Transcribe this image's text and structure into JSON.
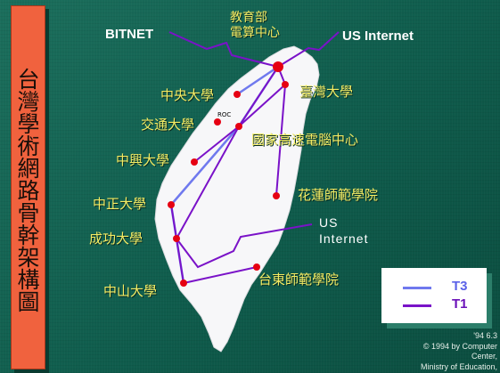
{
  "title": "台灣學術網路骨幹架構圖",
  "labels": {
    "moe_center": "教育部\n電算中心",
    "ntu": "臺灣大學",
    "ncu": "中央大學",
    "nctu": "交通大學",
    "nchc": "國家高速電腦中心",
    "nchu": "中興大學",
    "hualien": "花蓮師範學院",
    "ccu": "中正大學",
    "ncku": "成功大學",
    "nsysu": "中山大學",
    "taitung": "台東師範學院",
    "ncu_code": "ROC"
  },
  "external": {
    "bitnet": "BITNET",
    "us_internet_top": "US Internet",
    "us_internet_mid_line1": "US",
    "us_internet_mid_line2": "Internet"
  },
  "legend": {
    "items": [
      {
        "label": "T3",
        "color": "#6f79ee"
      },
      {
        "label": "T1",
        "color": "#7a12c8"
      }
    ]
  },
  "credit": {
    "line1": "'94 6.3",
    "line2": "© 1994 by Computer Center,",
    "line3": "Ministry of Education, R.O.C."
  },
  "colors": {
    "background": "#0f5a4a",
    "title_box": "#f0623e",
    "island": "#f7f7f9",
    "node": "#e60012",
    "label_yellow": "#f4ec64"
  }
}
